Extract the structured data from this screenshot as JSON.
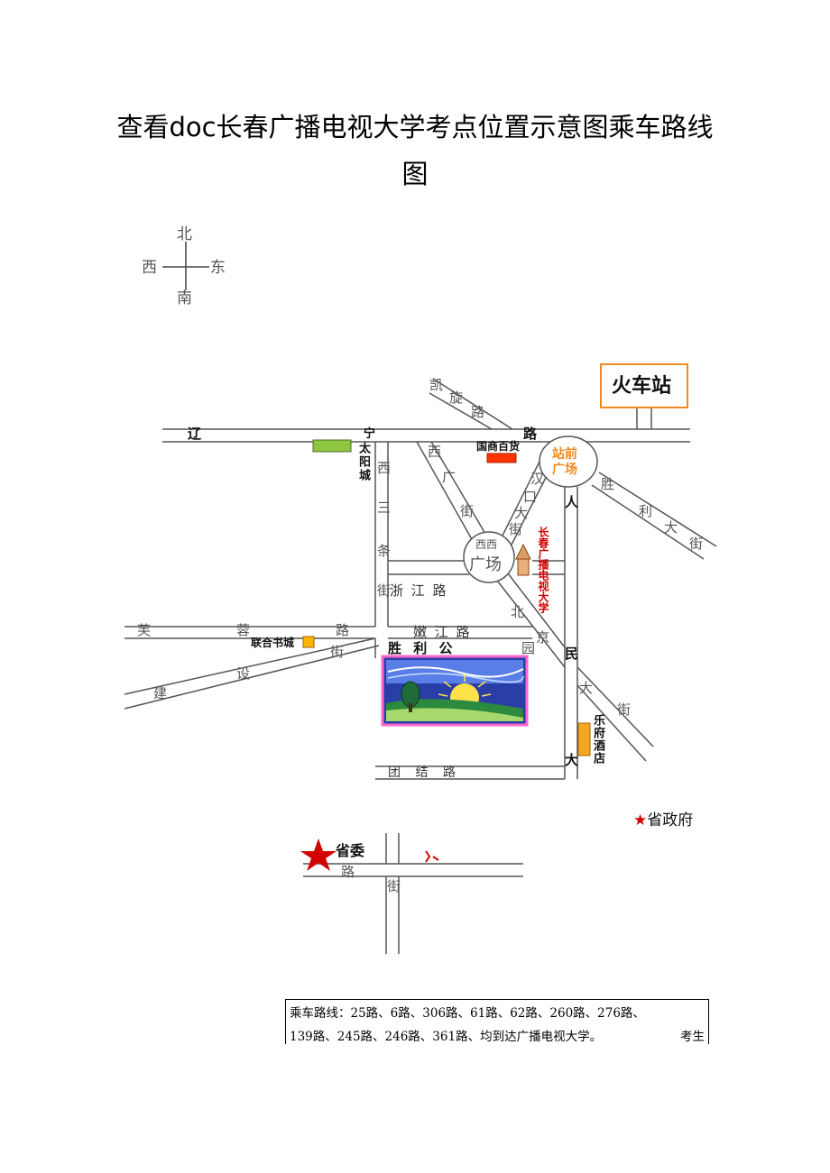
{
  "title": {
    "line1": "查看doc长春广播电视大学考点位置示意图乘车路线",
    "line2": "图"
  },
  "compass": {
    "north": "北",
    "south": "南",
    "west": "西",
    "east": "东"
  },
  "labels": {
    "train_station": "火车站",
    "square_front": "站前",
    "square_front2": "广场",
    "guoshang": "国商百货",
    "ningning": "宁",
    "taiyang": "太阳城",
    "xi": "西",
    "san": "三",
    "tiao": "条",
    "jie": "街",
    "xian_square1": "西西",
    "xian_square2": "广场",
    "university": "长春广播电视大学",
    "zhejiang": "浙 江 路",
    "nenjiang": "嫩 江 路",
    "shengli": "胜 利 公",
    "yuan": "园",
    "furong": "芙",
    "rong": "蓉",
    "lu": "路",
    "lianhe": "联合书城",
    "jianshe": "建",
    "she": "设",
    "jie2": "街",
    "tuanjie": "团  结  路",
    "renmin_ren": "人",
    "renmin_min": "民",
    "renmin_da": "大",
    "dajie_da": "大",
    "dajie_jie": "街",
    "beijing_bei": "北",
    "beijing_jing": "京",
    "yuefu": "乐府酒店",
    "kaixuan_kai": "凯",
    "kaixuan_xuan": "旋",
    "kaixuan_lu": "路",
    "liao": "辽",
    "ning_lu": "路",
    "xiguang_xi": "西",
    "xiguang_guang": "广",
    "xiguang_jie": "街",
    "hankou_han": "汉",
    "hankou_kou": "口",
    "hankou_da": "大",
    "hankou_jie": "街",
    "shengli_sheng": "胜",
    "shengli_li": "利",
    "shengli_da": "大",
    "shengli_jie": "街",
    "gov": "省政府",
    "gov_star": "★",
    "shengwei": "省委",
    "lu2": "路",
    "jie3": "街"
  },
  "routes": {
    "line1": "乘车路线：25路、6路、306路、61路、62路、260路、276路、",
    "line2": "139路、245路、246路、361路、均到达广播电视大学。",
    "line2_right": "考生"
  },
  "colors": {
    "road": "#4a4a4a",
    "orange": "#f08a1c",
    "red": "#d40000",
    "green": "#8dc63f",
    "park_border": "#ff66cc"
  }
}
